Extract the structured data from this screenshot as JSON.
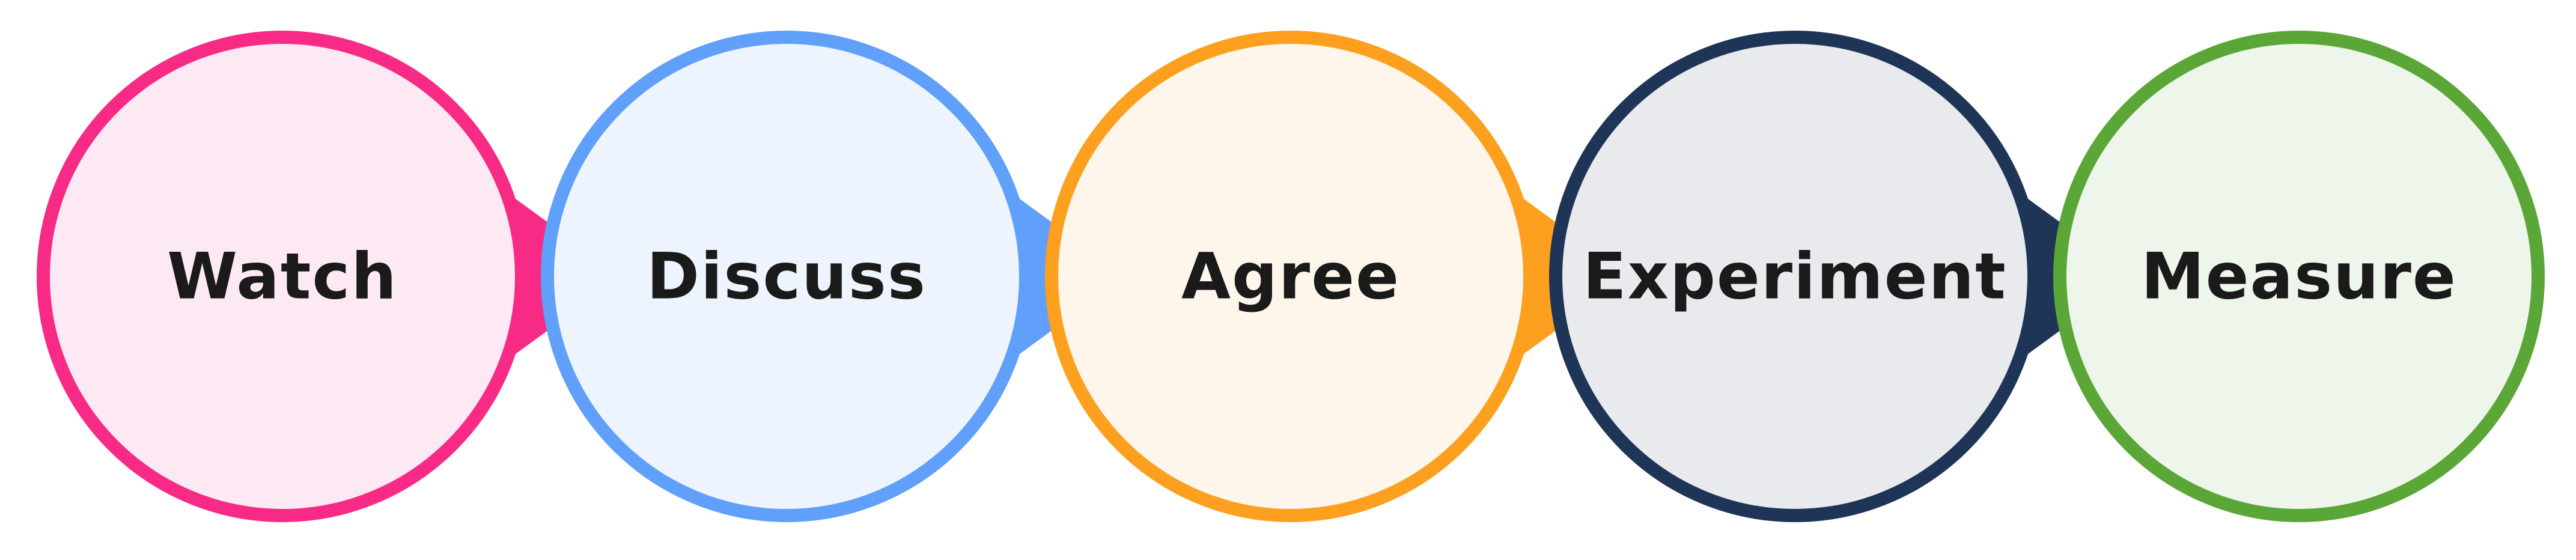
{
  "steps": [
    {
      "label": "Watch",
      "color": "#F72B86",
      "fill": "#FDE9F3"
    },
    {
      "label": "Discuss",
      "color": "#60A0FB",
      "fill": "#EDF4FE"
    },
    {
      "label": "Agree",
      "color": "#FDA020",
      "fill": "#FEF6EA"
    },
    {
      "label": "Experiment",
      "color": "#1E3557",
      "fill": "#E9EAEE"
    },
    {
      "label": "Measure",
      "color": "#5AA637",
      "fill": "#EEF5EA"
    }
  ]
}
